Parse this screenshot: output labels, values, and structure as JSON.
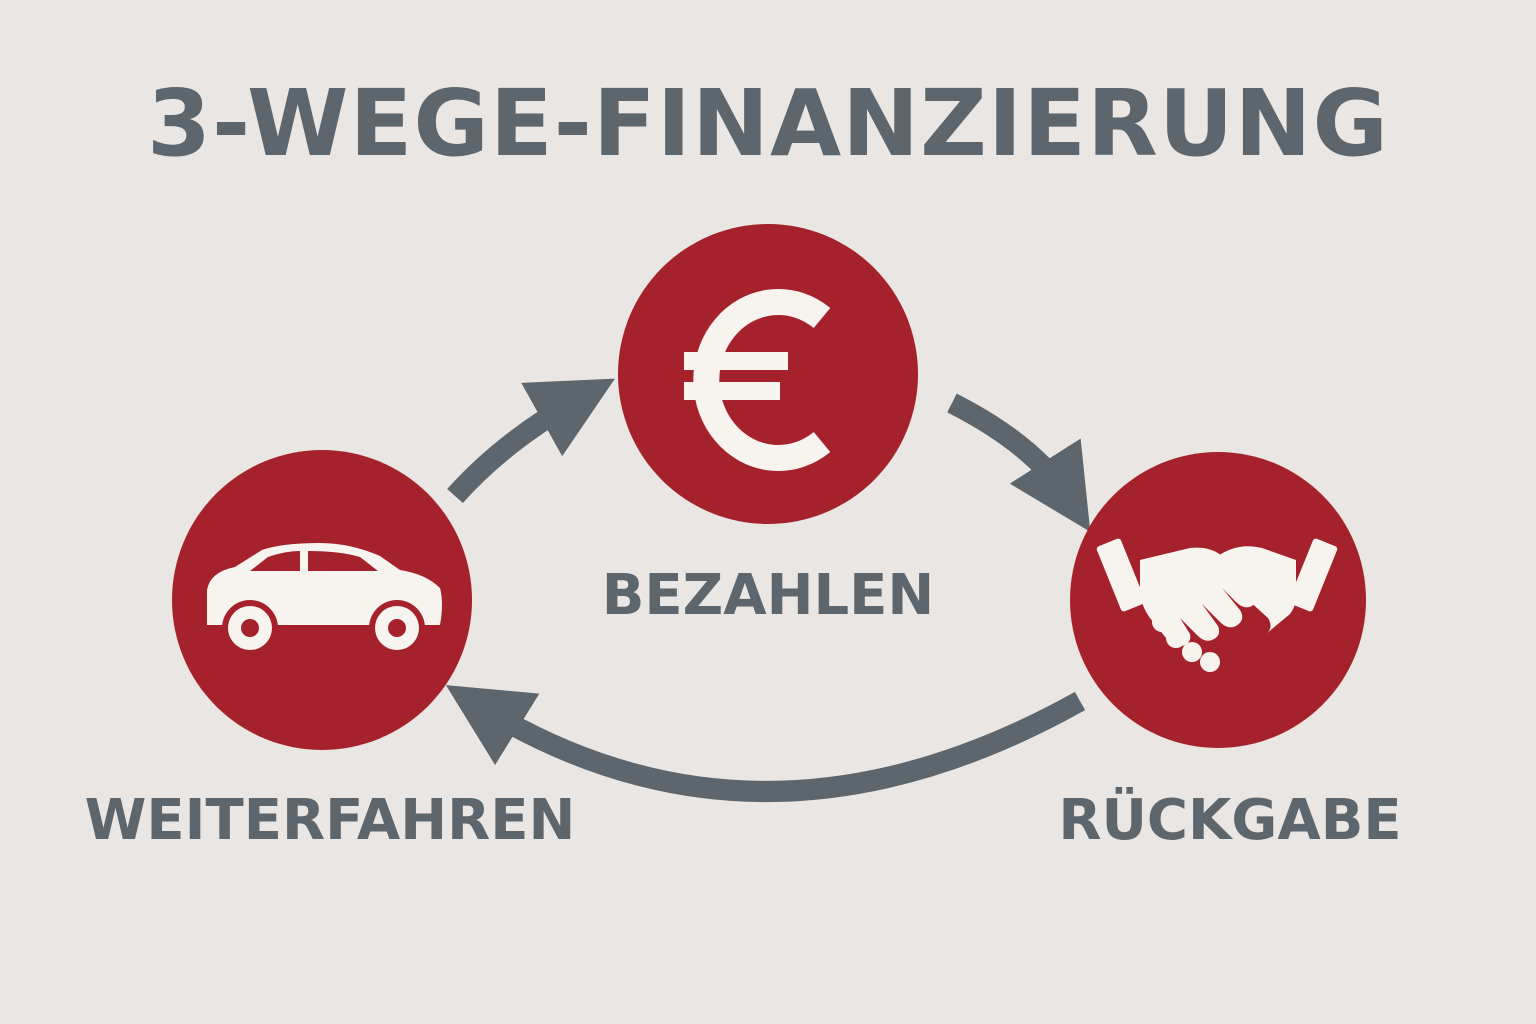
{
  "title": "3-WEGE-FINANZIERUNG",
  "nodes": {
    "pay": {
      "label": "BEZAHLEN",
      "icon": "euro-icon"
    },
    "keep": {
      "label": "WEITERFAHREN",
      "icon": "car-icon"
    },
    "back": {
      "label": "RÜCKGABE",
      "icon": "handshake-icon"
    }
  },
  "colors": {
    "background": "#e9e6e3",
    "circle": "#a5212b",
    "icon": "#f7f3ee",
    "text_and_arrows": "#5c666c"
  }
}
